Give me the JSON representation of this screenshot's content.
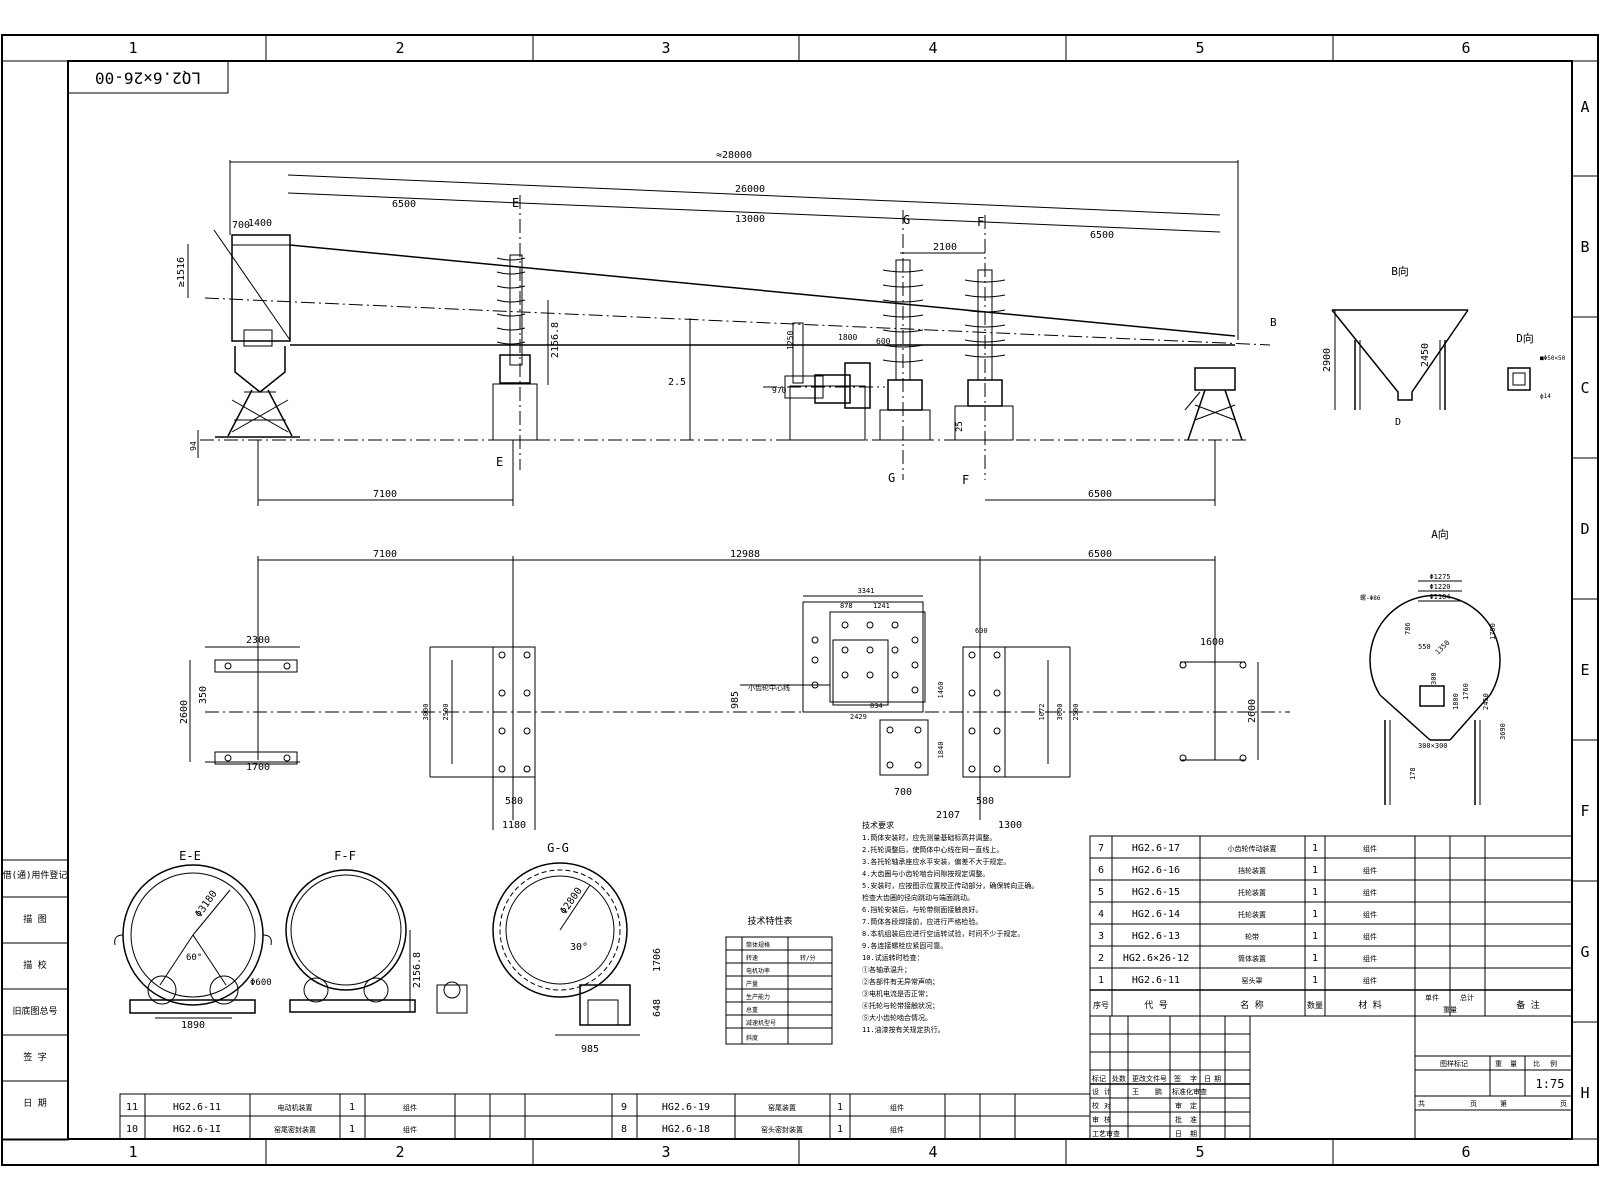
{
  "drawing": {
    "code": "LQ2.6×26-00",
    "zone_columns": [
      "1",
      "2",
      "3",
      "4",
      "5",
      "6"
    ],
    "zone_rows": [
      "A",
      "B",
      "C",
      "D",
      "E",
      "F",
      "G",
      "H"
    ]
  },
  "elevation": {
    "dims": {
      "overall": "≈28000",
      "body": "26000",
      "left_span": "6500",
      "mid_span": "13000",
      "right_span": "6500",
      "gear_offset": "2100",
      "w1400": "1400",
      "w700": "700",
      "h1516": "≥1516",
      "h2156": "2156.8",
      "slope": "2.5",
      "base1": "7100",
      "base2": "6500",
      "h94": "94",
      "h25": "25",
      "small1": "1250",
      "small2": "970",
      "small3": "1800",
      "small4": "600"
    },
    "section_marks": {
      "e": "E",
      "e2": "E",
      "g": "G",
      "g2": "G",
      "f": "F",
      "f2": "F",
      "b": "B"
    }
  },
  "plan": {
    "dims": {
      "d7100": "7100",
      "d12988": "12988",
      "d6500": "6500",
      "d2300": "2300",
      "d1700": "1700",
      "d2600": "2600",
      "d350": "350",
      "d2600r": "2600",
      "d985": "985",
      "d580a": "580",
      "d1180": "1180",
      "d580b": "580",
      "d1300": "1300",
      "d2107": "2107",
      "d700": "700",
      "d1600": "1600",
      "d3341": "3341",
      "d878": "878",
      "d1241": "1241",
      "d2429": "2429",
      "d834": "834",
      "d600": "600",
      "d2500a": "2500",
      "d3000a": "3000",
      "d2500b": "2500",
      "d3000b": "3000",
      "d1072": "1072",
      "d1460": "1460",
      "d1840": "1840"
    },
    "note_drive": "小齿轮中心线"
  },
  "view_b": {
    "title": "B向",
    "d2900": "2900",
    "d2450": "2450",
    "mark": "D"
  },
  "view_d": {
    "title": "D向",
    "label1": "■Φ50×50",
    "label2": "ф14"
  },
  "view_a": {
    "title": "A向",
    "d1275": "Φ1275",
    "d1220": "Φ1220",
    "d1104": "Φ1104",
    "d1750": "1750",
    "d550": "550",
    "d1350": "1350",
    "d300": "300",
    "d1800": "1800",
    "d1760": "1760",
    "d2450": "2450",
    "d3690": "3690",
    "d300x300": "300×300",
    "d178": "178",
    "d786": "786",
    "label": "螺-Φ86"
  },
  "sections": {
    "ee": {
      "title": "E-E",
      "dia": "Φ3180",
      "angle": "60°",
      "roller": "Φ600",
      "w": "1890"
    },
    "ff": {
      "title": "F-F",
      "h": "2156.8"
    },
    "gg": {
      "title": "G-G",
      "dia": "Φ2800",
      "angle": "30°",
      "h1": "1706",
      "h2": "648",
      "w": "985"
    }
  },
  "tech_table": {
    "title": "技术特性表",
    "rows": [
      "筒体规格",
      "转速",
      "电机功率",
      "产量",
      "生产能力",
      "总重",
      "减速机型号",
      "斜度"
    ],
    "note": "转/分"
  },
  "notes": {
    "title": "技术要求",
    "lines": [
      "1.筒体安装时，应先测量基础标高并调整。",
      "2.托轮调整后，使筒体中心线在同一直线上。",
      "3.各托轮轴承座应水平安装，偏差不大于规定。",
      "4.大齿圈与小齿轮啮合间隙按规定调整。",
      "5.安装时，应按图示位置校正传动部分，确保转向正确。",
      "  检查大齿圈的径向跳动与端面跳动。",
      "6.挡轮安装后，与轮带侧面接触良好。",
      "7.筒体各段焊接前，应进行严格检验。",
      "8.本机组装后应进行空运转试验，时间不少于规定。",
      "9.各连接螺栓应紧固可靠。",
      "10.试运转时检查：",
      "  ①各轴承温升；",
      "  ②各部件有无异常声响；",
      "  ③电机电流是否正常；",
      "  ④托轮与轮带接触状况；",
      "  ⑤大小齿轮啮合情况。",
      "11.油漆按有关规定执行。"
    ]
  },
  "parts_list": {
    "headers": {
      "no": "序号",
      "code": "代  号",
      "name": "名    称",
      "qty": "数量",
      "mat": "材    料",
      "single": "单件",
      "total": "总计",
      "weight": "重量",
      "remark": "备  注"
    },
    "rows": [
      {
        "no": "7",
        "code": "HG2.6-17",
        "name": "小齿轮传动装置",
        "qty": "1",
        "mat": "组件"
      },
      {
        "no": "6",
        "code": "HG2.6-16",
        "name": "挡轮装置",
        "qty": "1",
        "mat": "组件"
      },
      {
        "no": "5",
        "code": "HG2.6-15",
        "name": "托轮装置",
        "qty": "1",
        "mat": "组件"
      },
      {
        "no": "4",
        "code": "HG2.6-14",
        "name": "托轮装置",
        "qty": "1",
        "mat": "组件"
      },
      {
        "no": "3",
        "code": "HG2.6-13",
        "name": "轮带",
        "qty": "1",
        "mat": "组件"
      },
      {
        "no": "2",
        "code": "HG2.6×26-12",
        "name": "筒体装置",
        "qty": "1",
        "mat": "组件"
      },
      {
        "no": "1",
        "code": "HG2.6-11",
        "name": "窑头罩",
        "qty": "1",
        "mat": "组件"
      }
    ],
    "bottom_rows": [
      {
        "no": "11",
        "code": "HG2.6-11",
        "name": "电动机装置",
        "qty": "1",
        "mat": "组件"
      },
      {
        "no": "10",
        "code": "HG2.6-1I",
        "name": "窑尾密封装置",
        "qty": "1",
        "mat": "组件"
      },
      {
        "no": "9",
        "code": "HG2.6-19",
        "name": "窑尾装置",
        "qty": "1",
        "mat": "组件"
      },
      {
        "no": "8",
        "code": "HG2.6-18",
        "name": "窑头密封装置",
        "qty": "1",
        "mat": "组件"
      }
    ]
  },
  "title_block": {
    "row_labels": [
      "标记",
      "处数",
      "更改文件号",
      "签",
      "字",
      "日",
      "期"
    ],
    "design": "设",
    "design_cn": "计",
    "design_name": "王",
    "design_name2": "鹏",
    "std": "标准化审查",
    "check": "校",
    "check_cn": "对",
    "check_cn2": "审",
    "check_cn3": "定",
    "review": "审",
    "review_cn": "核",
    "approve": "批",
    "approve_cn": "准",
    "process": "工艺审查",
    "date": "日",
    "date2": "期",
    "stage": "图样标记",
    "weight": "重",
    "weight2": "量",
    "ratio": "比",
    "ratio2": "例",
    "scale": "1:75",
    "sheet": "共",
    "sheet2": "页",
    "sheet3": "第",
    "sheet4": "页"
  },
  "left_strip": [
    "借(通)用件登记",
    "描  图",
    "描  校",
    "旧底图总号",
    "签  字",
    "日  期"
  ]
}
